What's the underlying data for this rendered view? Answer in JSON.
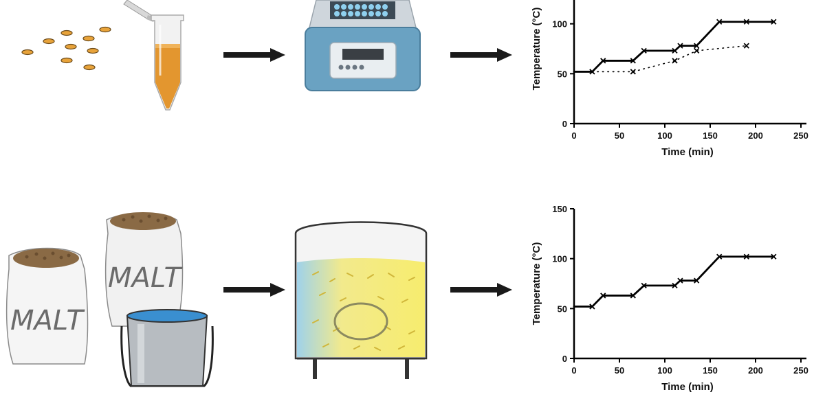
{
  "bag_labels": [
    "MALT",
    "MALT"
  ],
  "chart_data": [
    {
      "type": "line",
      "title": "",
      "xlabel": "Time (min)",
      "ylabel": "Temperature (°C)",
      "xlim": [
        0,
        250
      ],
      "ylim": [
        0,
        150
      ],
      "xticks": [
        "0",
        "50",
        "100",
        "150",
        "200",
        "250"
      ],
      "yticks": [
        "0",
        "50",
        "100",
        "150"
      ],
      "series": [
        {
          "style": "solid",
          "x": [
            0,
            20,
            32,
            65,
            77,
            111,
            117,
            135,
            160,
            190,
            220
          ],
          "y": [
            52,
            52,
            63,
            63,
            73,
            73,
            78,
            78,
            102,
            102,
            102
          ],
          "markers_at_index": [
            1,
            2,
            3,
            4,
            5,
            6,
            7,
            8,
            9,
            10
          ]
        },
        {
          "style": "dotted",
          "x": [
            20,
            65,
            111,
            135,
            190
          ],
          "y": [
            52,
            52,
            63,
            73,
            78
          ],
          "markers_at_index": [
            1,
            2,
            3,
            4
          ]
        }
      ]
    },
    {
      "type": "line",
      "title": "",
      "xlabel": "Time (min)",
      "ylabel": "Temperature (°C)",
      "xlim": [
        0,
        250
      ],
      "ylim": [
        0,
        150
      ],
      "xticks": [
        "0",
        "50",
        "100",
        "150",
        "200",
        "250"
      ],
      "yticks": [
        "0",
        "50",
        "100",
        "150"
      ],
      "series": [
        {
          "style": "solid",
          "x": [
            0,
            20,
            32,
            65,
            77,
            111,
            117,
            135,
            160,
            190,
            220
          ],
          "y": [
            52,
            52,
            63,
            63,
            73,
            73,
            78,
            78,
            102,
            102,
            102
          ],
          "markers_at_index": [
            1,
            2,
            3,
            4,
            5,
            6,
            7,
            8,
            9,
            10
          ]
        }
      ]
    }
  ]
}
